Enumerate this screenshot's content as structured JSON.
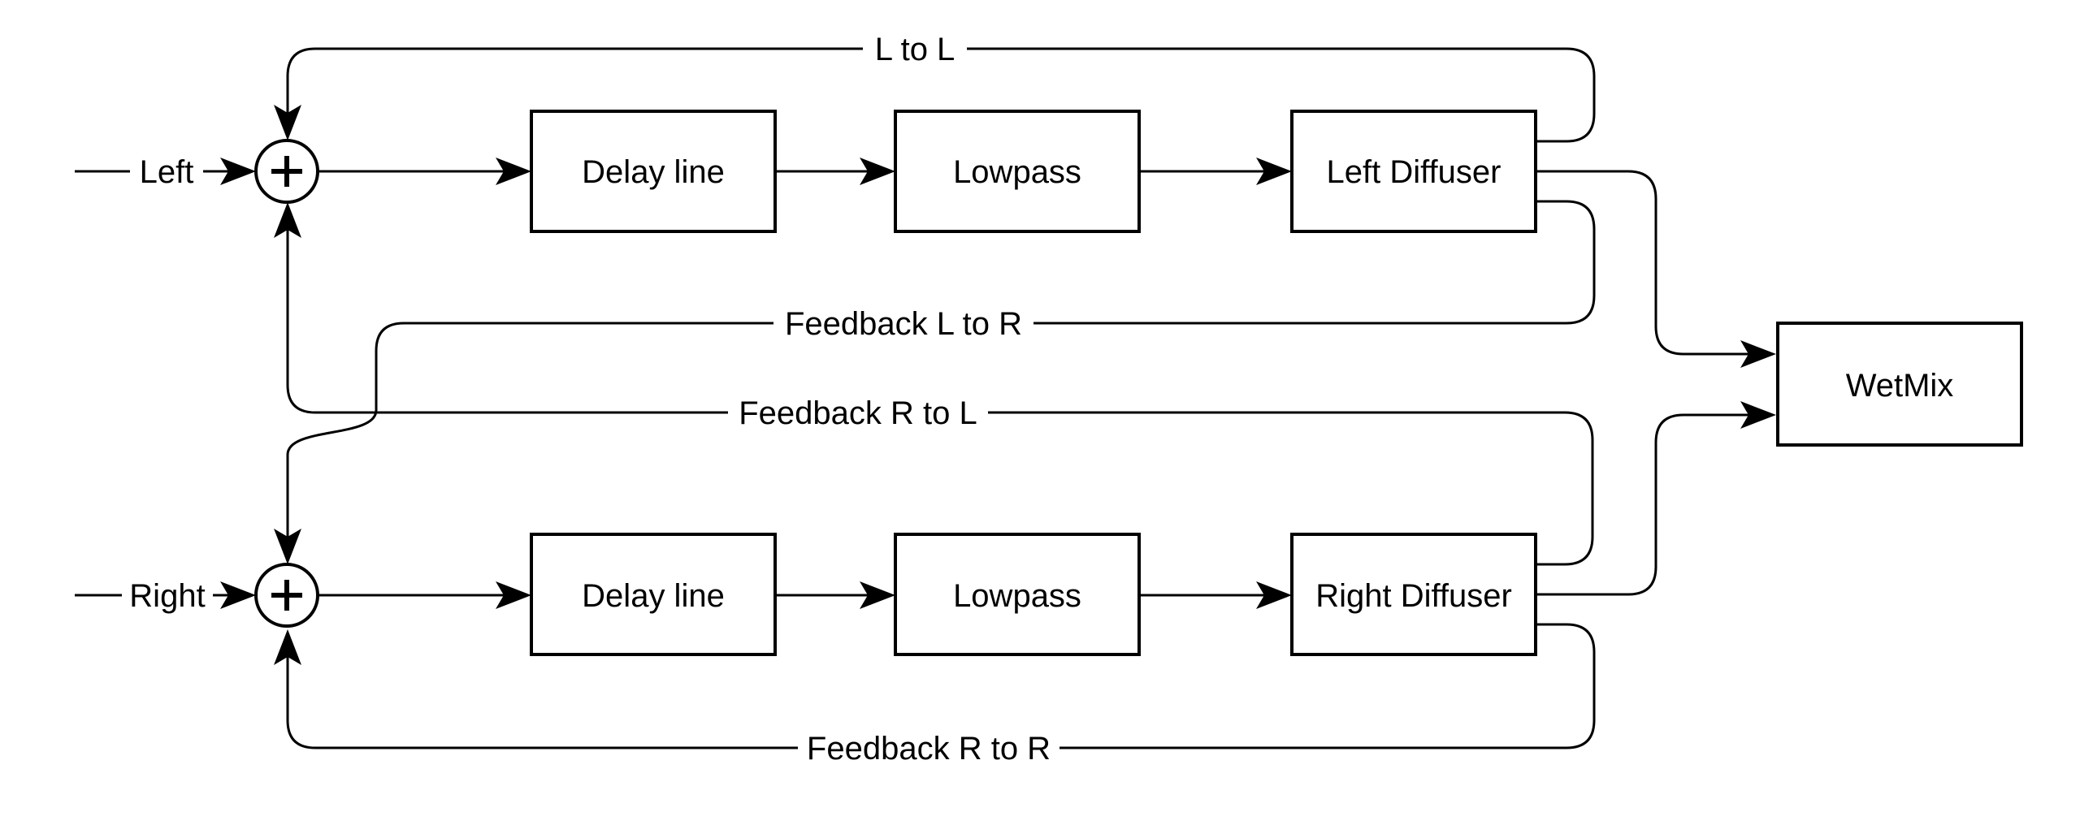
{
  "diagram": {
    "type": "block-diagram",
    "subject": "Stereo feedback delay / reverb signal flow",
    "colors": {
      "background": "#ffffff",
      "stroke": "#000000",
      "text": "#000000",
      "node_fill": "#ffffff"
    },
    "inputs": {
      "left": "Left",
      "right": "Right"
    },
    "nodes": {
      "sum_left": {
        "label": "+",
        "type": "summing-junction"
      },
      "sum_right": {
        "label": "+",
        "type": "summing-junction"
      },
      "delay_left": {
        "label": "Delay line"
      },
      "lowpass_left": {
        "label": "Lowpass"
      },
      "diffuser_left": {
        "label": "Left Diffuser"
      },
      "delay_right": {
        "label": "Delay line"
      },
      "lowpass_right": {
        "label": "Lowpass"
      },
      "diffuser_right": {
        "label": "Right Diffuser"
      },
      "wetmix": {
        "label": "WetMix"
      }
    },
    "edge_labels": {
      "l_to_l": "L to L",
      "fb_l_to_r": "Feedback L to R",
      "fb_r_to_l": "Feedback R to L",
      "fb_r_to_r": "Feedback R to R"
    },
    "edges": [
      {
        "from": "input-left",
        "to": "sum_left",
        "label": "Left"
      },
      {
        "from": "sum_left",
        "to": "delay_left",
        "label": ""
      },
      {
        "from": "delay_left",
        "to": "lowpass_left",
        "label": ""
      },
      {
        "from": "lowpass_left",
        "to": "diffuser_left",
        "label": ""
      },
      {
        "from": "diffuser_left",
        "to": "sum_left",
        "label": "L to L"
      },
      {
        "from": "diffuser_left",
        "to": "wetmix",
        "label": ""
      },
      {
        "from": "diffuser_left",
        "to": "sum_right",
        "label": "Feedback L to R"
      },
      {
        "from": "input-right",
        "to": "sum_right",
        "label": "Right"
      },
      {
        "from": "sum_right",
        "to": "delay_right",
        "label": ""
      },
      {
        "from": "delay_right",
        "to": "lowpass_right",
        "label": ""
      },
      {
        "from": "lowpass_right",
        "to": "diffuser_right",
        "label": ""
      },
      {
        "from": "diffuser_right",
        "to": "sum_left",
        "label": "Feedback R to L"
      },
      {
        "from": "diffuser_right",
        "to": "wetmix",
        "label": ""
      },
      {
        "from": "diffuser_right",
        "to": "sum_right",
        "label": "Feedback R to R"
      }
    ]
  }
}
